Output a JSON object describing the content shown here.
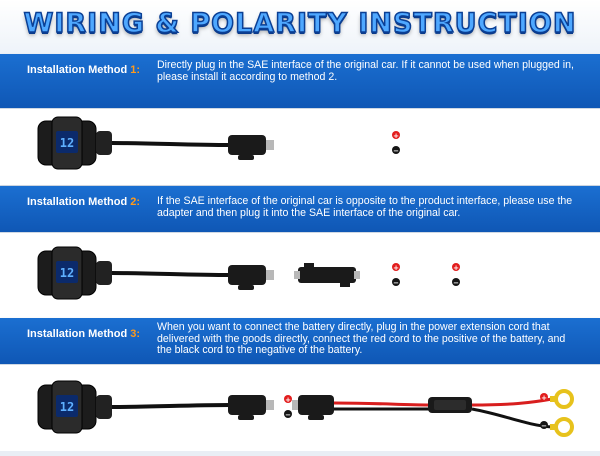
{
  "title": "WIRING & POLARITY INSTRUCTION",
  "methods": [
    {
      "label": "Installation Method ",
      "number": "1:",
      "description": "Directly plug in the SAE interface of the original car. If it cannot be used when plugged in, please install it according to method 2."
    },
    {
      "label": "Installation Method ",
      "number": "2:",
      "description": "If the SAE interface of the original car is opposite to the product interface, please use the adapter and then plug it into the SAE  interface of the original car."
    },
    {
      "label": "Installation Method ",
      "number": "3:",
      "description": "When you want to connect the battery directly, plug in the power extension cord that delivered with the goods directly, connect the red cord to the positive of the battery, and the black cord to the negative of the battery."
    }
  ],
  "device_display": "12",
  "polarity": {
    "positive": "+",
    "negative": "−"
  },
  "colors": {
    "band": "#1b6fd1",
    "number": "#ff9a1a",
    "title": "#4fa8ff",
    "positive": "#e21d1d",
    "negative": "#151515",
    "ring_terminal": "#e7c21c"
  }
}
